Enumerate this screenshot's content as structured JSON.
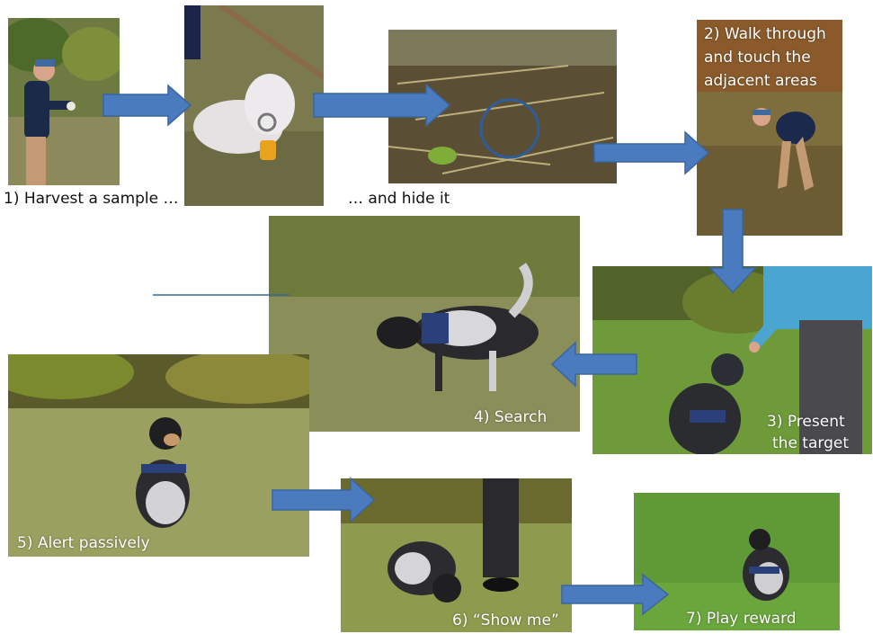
{
  "colors": {
    "arrow": "#4a7bbf",
    "arrow_stroke": "#3a659e",
    "grass": "#6f8f3a",
    "sky": "#9cb36b"
  },
  "steps": {
    "harvest": "1) Harvest a sample …",
    "hide": "… and hide it",
    "walk_line1": "2) Walk through",
    "walk_line2": "and touch the",
    "walk_line3": "adjacent areas",
    "present_line1": "3) Present",
    "present_line2": "the target",
    "search": "4) Search",
    "alert": "5) Alert passively",
    "show_me": "6) “Show me”",
    "play_reward": "7) Play reward"
  }
}
